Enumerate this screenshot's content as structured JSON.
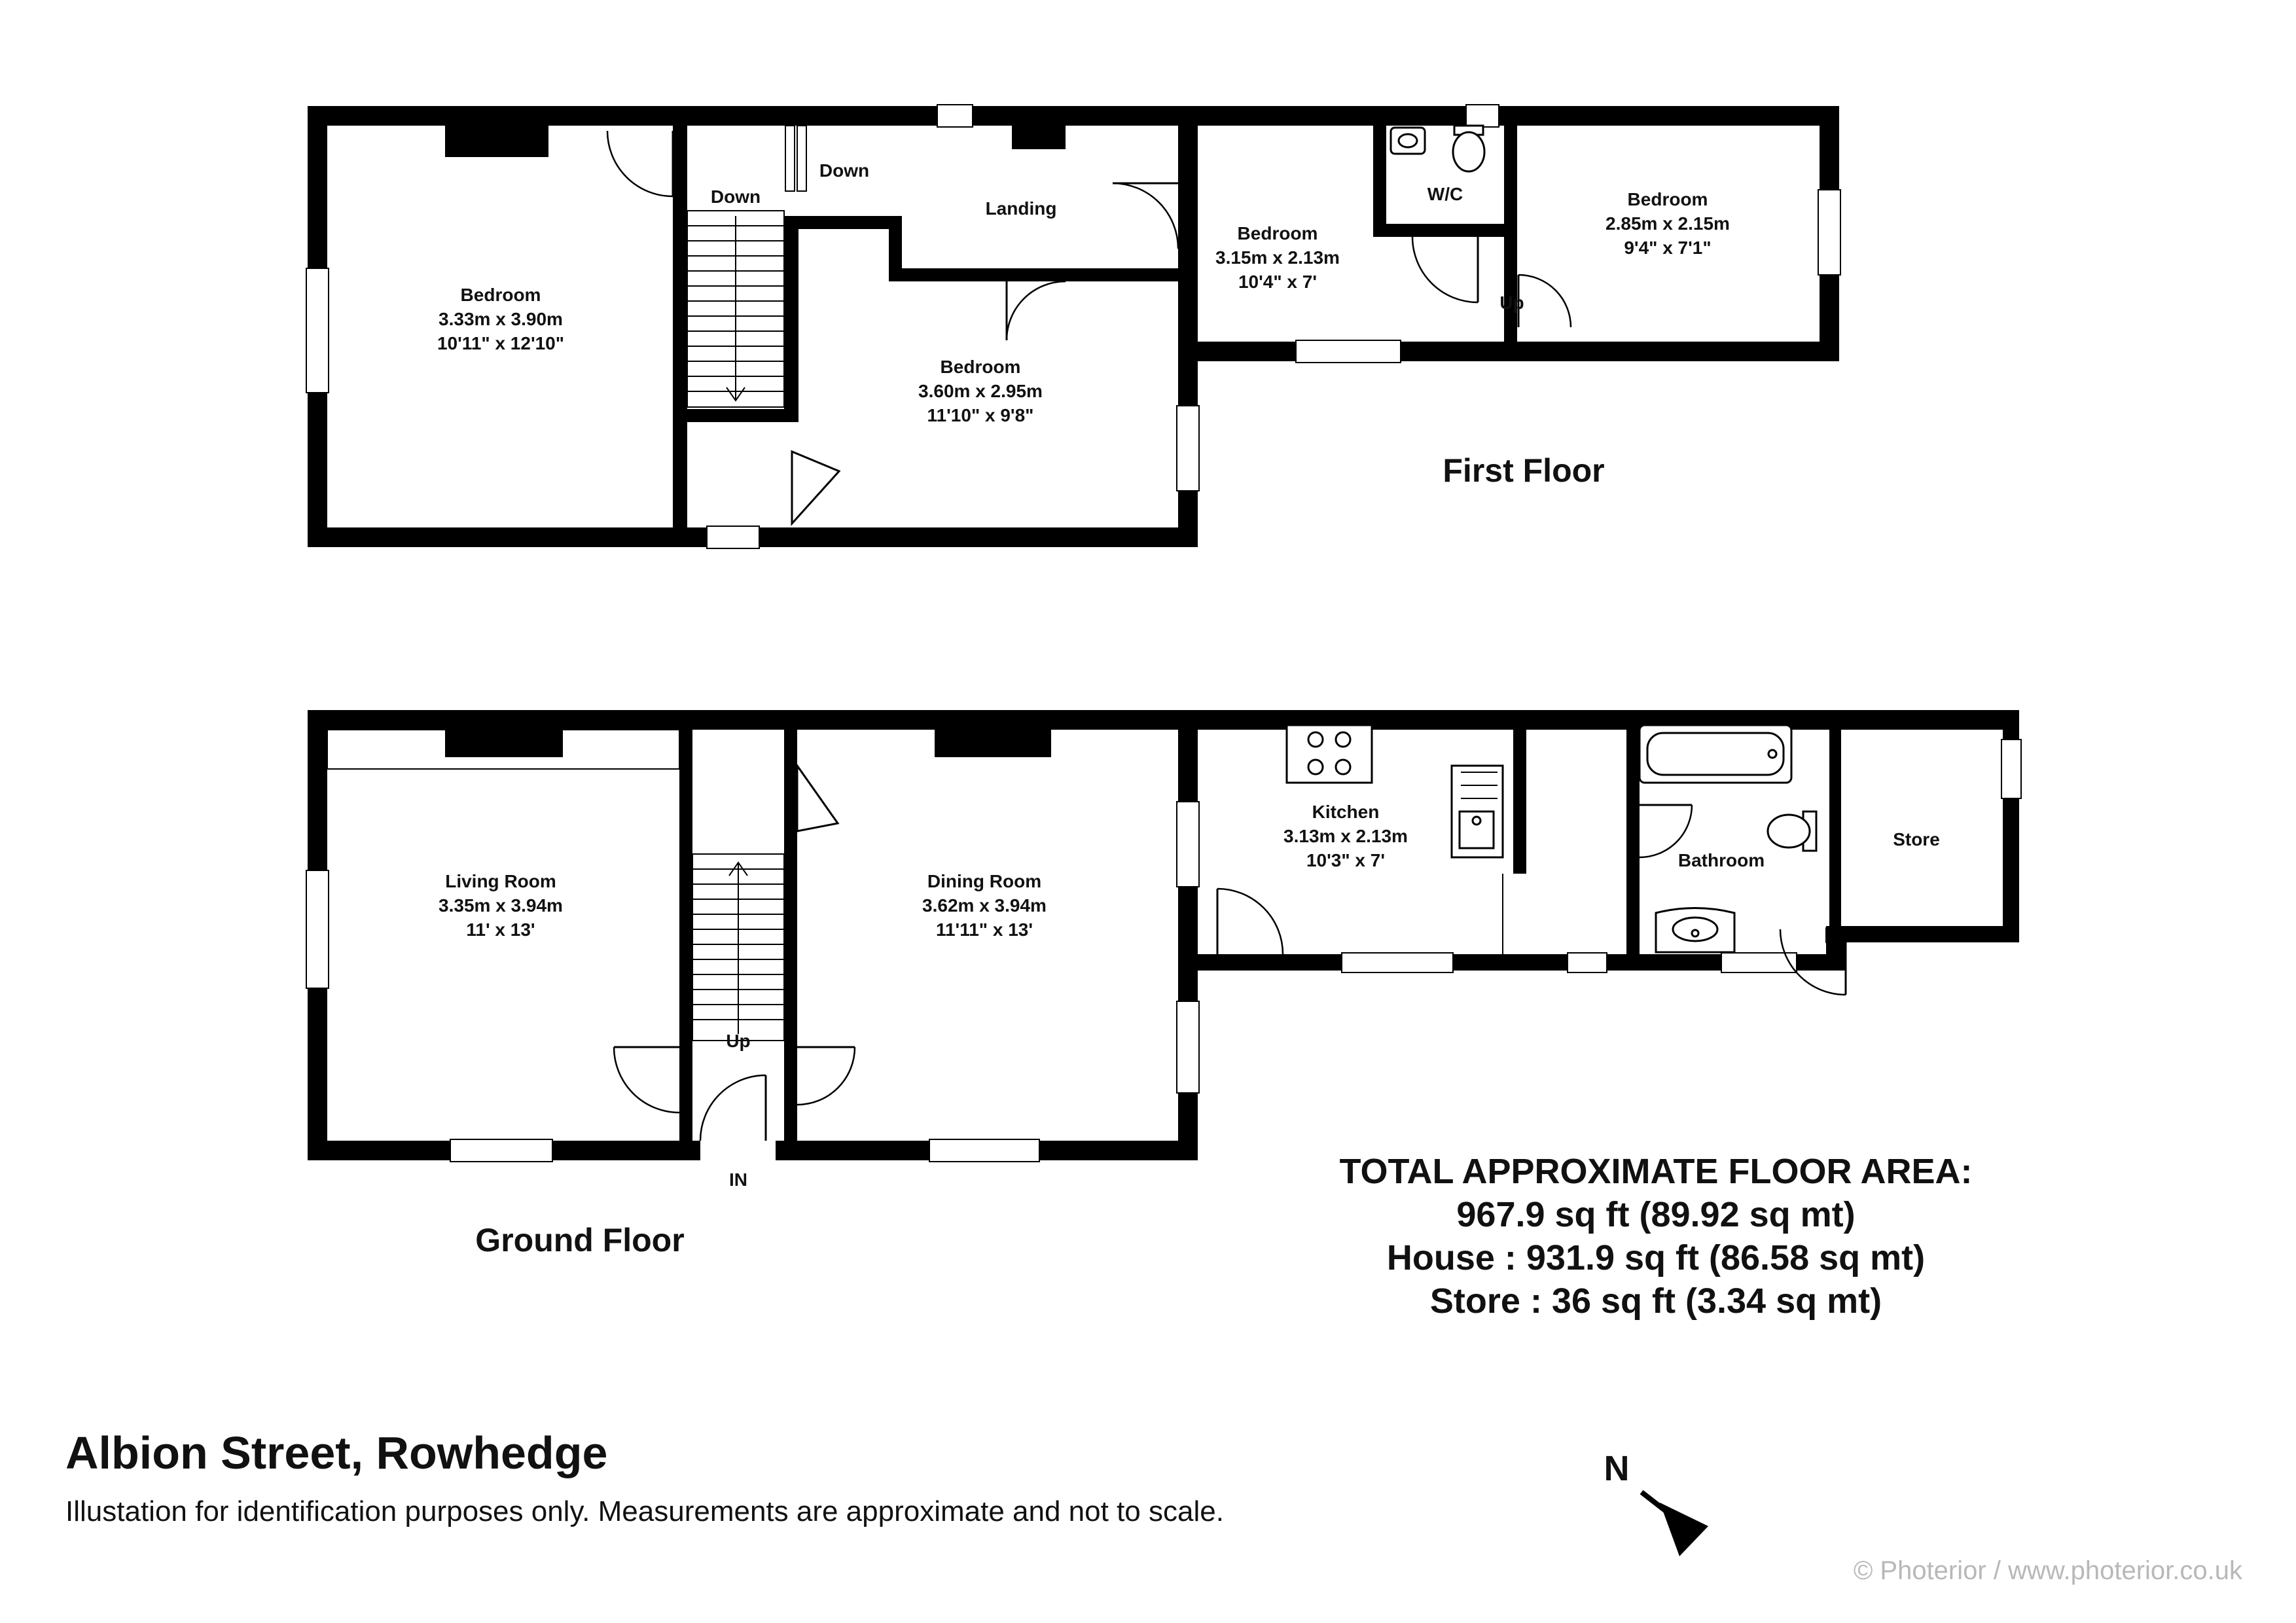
{
  "property": {
    "title": "Albion Street, Rowhedge",
    "disclaimer": "Illustation for identification purposes only. Measurements are approximate and not to scale.",
    "credit": "© Photerior / www.photerior.co.uk"
  },
  "compass": {
    "label": "N"
  },
  "first_floor": {
    "title": "First Floor",
    "rooms": [
      {
        "name": "Bedroom",
        "metric": "3.33m x 3.90m",
        "imperial": "10'11\"  x 12'10\""
      },
      {
        "name": "Bedroom",
        "metric": "3.60m x 2.95m",
        "imperial": "11'10\"  x 9'8\""
      },
      {
        "name": "Bedroom",
        "metric": "3.15m x 2.13m",
        "imperial": "10'4\"  x 7'"
      },
      {
        "name": "Bedroom",
        "metric": "2.85m x 2.15m",
        "imperial": "9'4\"  x 7'1\""
      }
    ],
    "labels": {
      "down_1": "Down",
      "down_2": "Down",
      "landing": "Landing",
      "wc": "W/C",
      "up": "Up"
    }
  },
  "ground_floor": {
    "title": "Ground Floor",
    "rooms": [
      {
        "name": "Living Room",
        "metric": "3.35m x 3.94m",
        "imperial": "11'  x 13'"
      },
      {
        "name": "Dining Room",
        "metric": "3.62m x 3.94m",
        "imperial": "11'11\"  x 13'"
      },
      {
        "name": "Kitchen",
        "metric": "3.13m x 2.13m",
        "imperial": "10'3\"  x 7'"
      },
      {
        "name": "Bathroom"
      },
      {
        "name": "Store"
      }
    ],
    "labels": {
      "up": "Up",
      "entrance": "IN"
    }
  },
  "area_summary": {
    "heading": "TOTAL APPROXIMATE FLOOR AREA:",
    "total": "967.9 sq ft (89.92 sq mt)",
    "house": "House : 931.9 sq ft (86.58 sq mt)",
    "store": "Store : 36 sq ft (3.34 sq mt)"
  }
}
